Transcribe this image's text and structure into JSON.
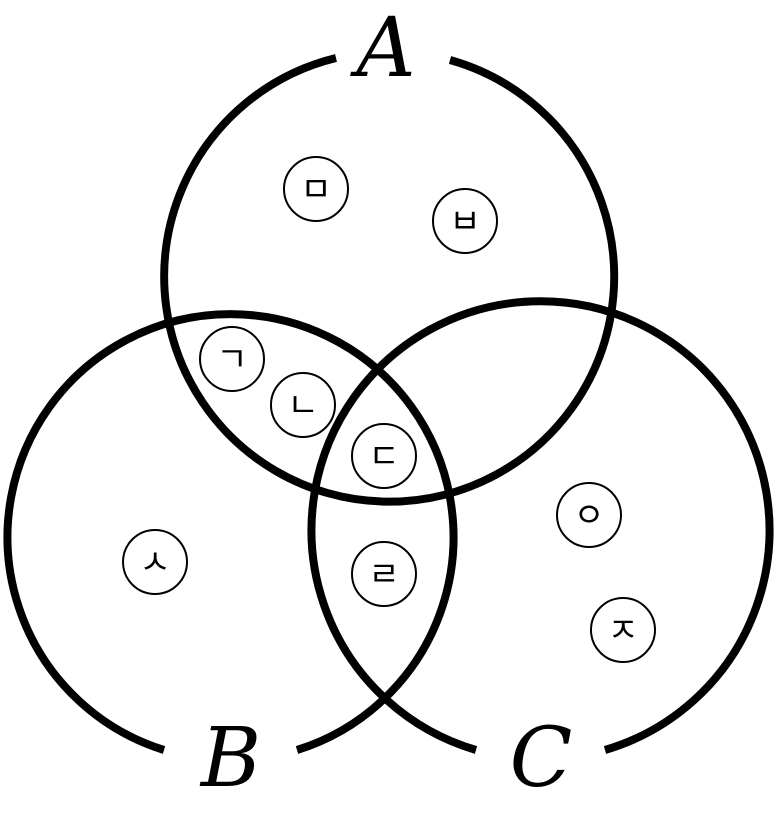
{
  "diagram": {
    "stroke_color": "#000000",
    "background_color": "#ffffff",
    "sets": [
      {
        "key": "a",
        "label": "A"
      },
      {
        "key": "b",
        "label": "B"
      },
      {
        "key": "c",
        "label": "C"
      }
    ],
    "elements": [
      {
        "key": "m",
        "glyph": "ㅁ",
        "region": "A only"
      },
      {
        "key": "b",
        "glyph": "ㅂ",
        "region": "A only"
      },
      {
        "key": "g",
        "glyph": "ㄱ",
        "region": "A and B only"
      },
      {
        "key": "n",
        "glyph": "ㄴ",
        "region": "A and B only"
      },
      {
        "key": "d",
        "glyph": "ㄷ",
        "region": "A, B and C"
      },
      {
        "key": "r",
        "glyph": "ㄹ",
        "region": "B and C only"
      },
      {
        "key": "s",
        "glyph": "ㅅ",
        "region": "B only"
      },
      {
        "key": "o",
        "glyph": "ㅇ",
        "region": "C only"
      },
      {
        "key": "j",
        "glyph": "ㅈ",
        "region": "C only"
      }
    ]
  }
}
